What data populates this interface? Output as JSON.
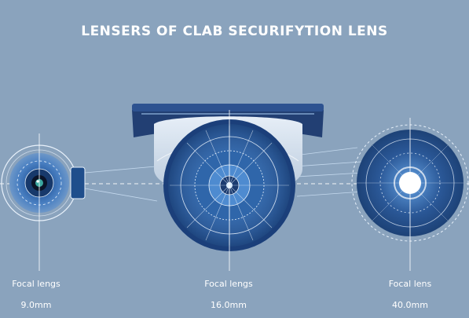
{
  "title": "LENSERS OF CLAB SECURIFYTION LENS",
  "lenses": [
    {
      "name": "Focal lengs",
      "value": "9.0mm"
    },
    {
      "name": "Focal lengs",
      "value": "16.0mm"
    },
    {
      "name": "Focal lens",
      "value": "40.0mm"
    }
  ],
  "colors": {
    "background": "#8aa3bd",
    "lens_dark": "#1f4e8c",
    "lens_mid": "#3d75b8",
    "housing": "#223f73",
    "line": "#ffffff"
  }
}
